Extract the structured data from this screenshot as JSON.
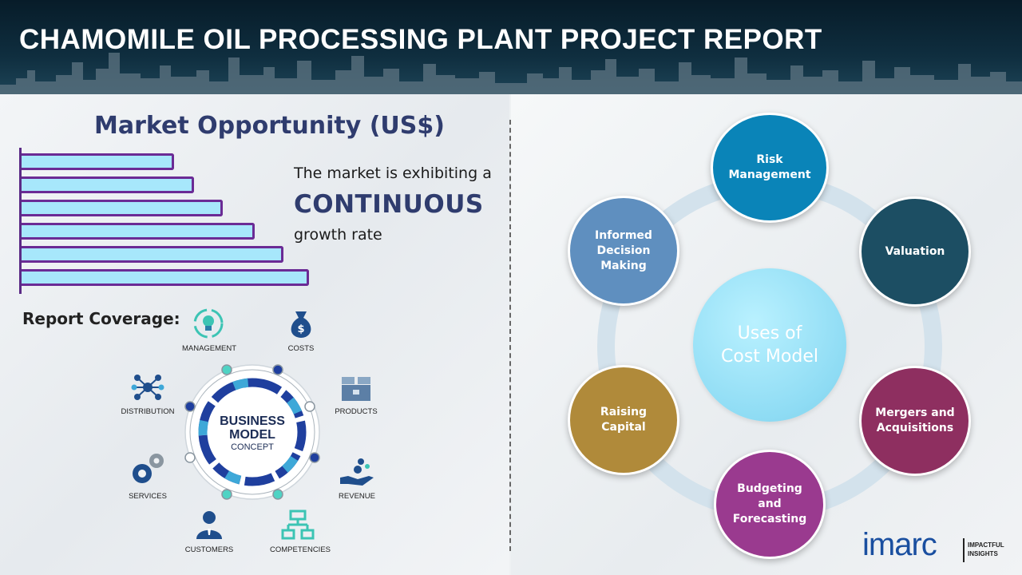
{
  "header": {
    "title": "CHAMOMILE OIL PROCESSING PLANT PROJECT REPORT"
  },
  "market": {
    "title": "Market Opportunity (US$)",
    "line1": "The market is exhibiting a",
    "line2": "CONTINUOUS",
    "line3": "growth rate",
    "bars": [
      0.53,
      0.6,
      0.7,
      0.81,
      0.91,
      1.0
    ]
  },
  "coverage": {
    "title": "Report Coverage:",
    "center": {
      "line1": "BUSINESS",
      "line2": "MODEL",
      "line3": "CONCEPT"
    },
    "items": [
      {
        "label": "MANAGEMENT",
        "icon": "lightbulb-cycle-icon"
      },
      {
        "label": "COSTS",
        "icon": "money-bag-icon"
      },
      {
        "label": "PRODUCTS",
        "icon": "boxes-icon"
      },
      {
        "label": "REVENUE",
        "icon": "hand-coins-icon"
      },
      {
        "label": "COMPETENCIES",
        "icon": "hierarchy-icon"
      },
      {
        "label": "CUSTOMERS",
        "icon": "user-icon"
      },
      {
        "label": "SERVICES",
        "icon": "gears-icon"
      },
      {
        "label": "DISTRIBUTION",
        "icon": "network-icon"
      }
    ]
  },
  "uses": {
    "center": "Uses of\nCost Model",
    "nodes": [
      {
        "label": "Risk\nManagement",
        "color": "#0a84b8"
      },
      {
        "label": "Valuation",
        "color": "#1c4e63"
      },
      {
        "label": "Mergers and\nAcquisitions",
        "color": "#8e2f60"
      },
      {
        "label": "Budgeting\nand\nForecasting",
        "color": "#9a3a8f"
      },
      {
        "label": "Raising\nCapital",
        "color": "#b08a3a"
      },
      {
        "label": "Informed\nDecision\nMaking",
        "color": "#5f8fbf"
      }
    ]
  },
  "logo": {
    "brand": "imarc",
    "tagline_1": "IMPACTFUL",
    "tagline_2": "INSIGHTS"
  },
  "colors": {
    "accent": "#2f3c6e",
    "bar_fill": "#a7e7fb",
    "bar_border": "#6b2b95",
    "header_bg": "#0b2433"
  }
}
